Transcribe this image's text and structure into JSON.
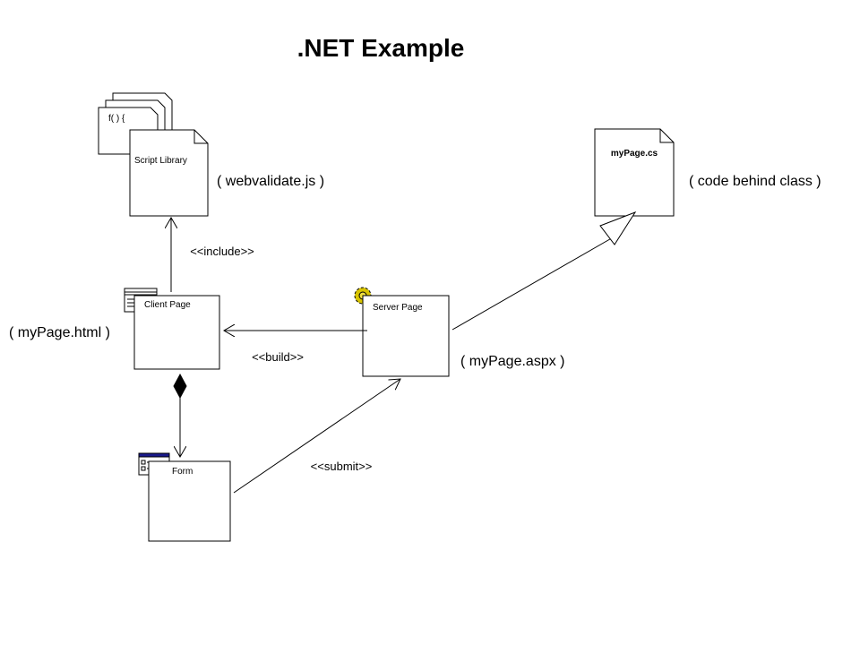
{
  "title": ".NET Example",
  "nodes": {
    "script_library": {
      "label": "Script Library",
      "code_label": "f( ) {",
      "note": "( webvalidate.js )"
    },
    "code_behind": {
      "label": "myPage.cs",
      "note": "( code behind class )"
    },
    "client_page": {
      "label": "Client Page",
      "note": "( myPage.html )"
    },
    "server_page": {
      "label": "Server Page",
      "note": "( myPage.aspx )"
    },
    "form": {
      "label": "Form"
    }
  },
  "relations": {
    "include": "<<include>>",
    "build": "<<build>>",
    "submit": "<<submit>>"
  }
}
